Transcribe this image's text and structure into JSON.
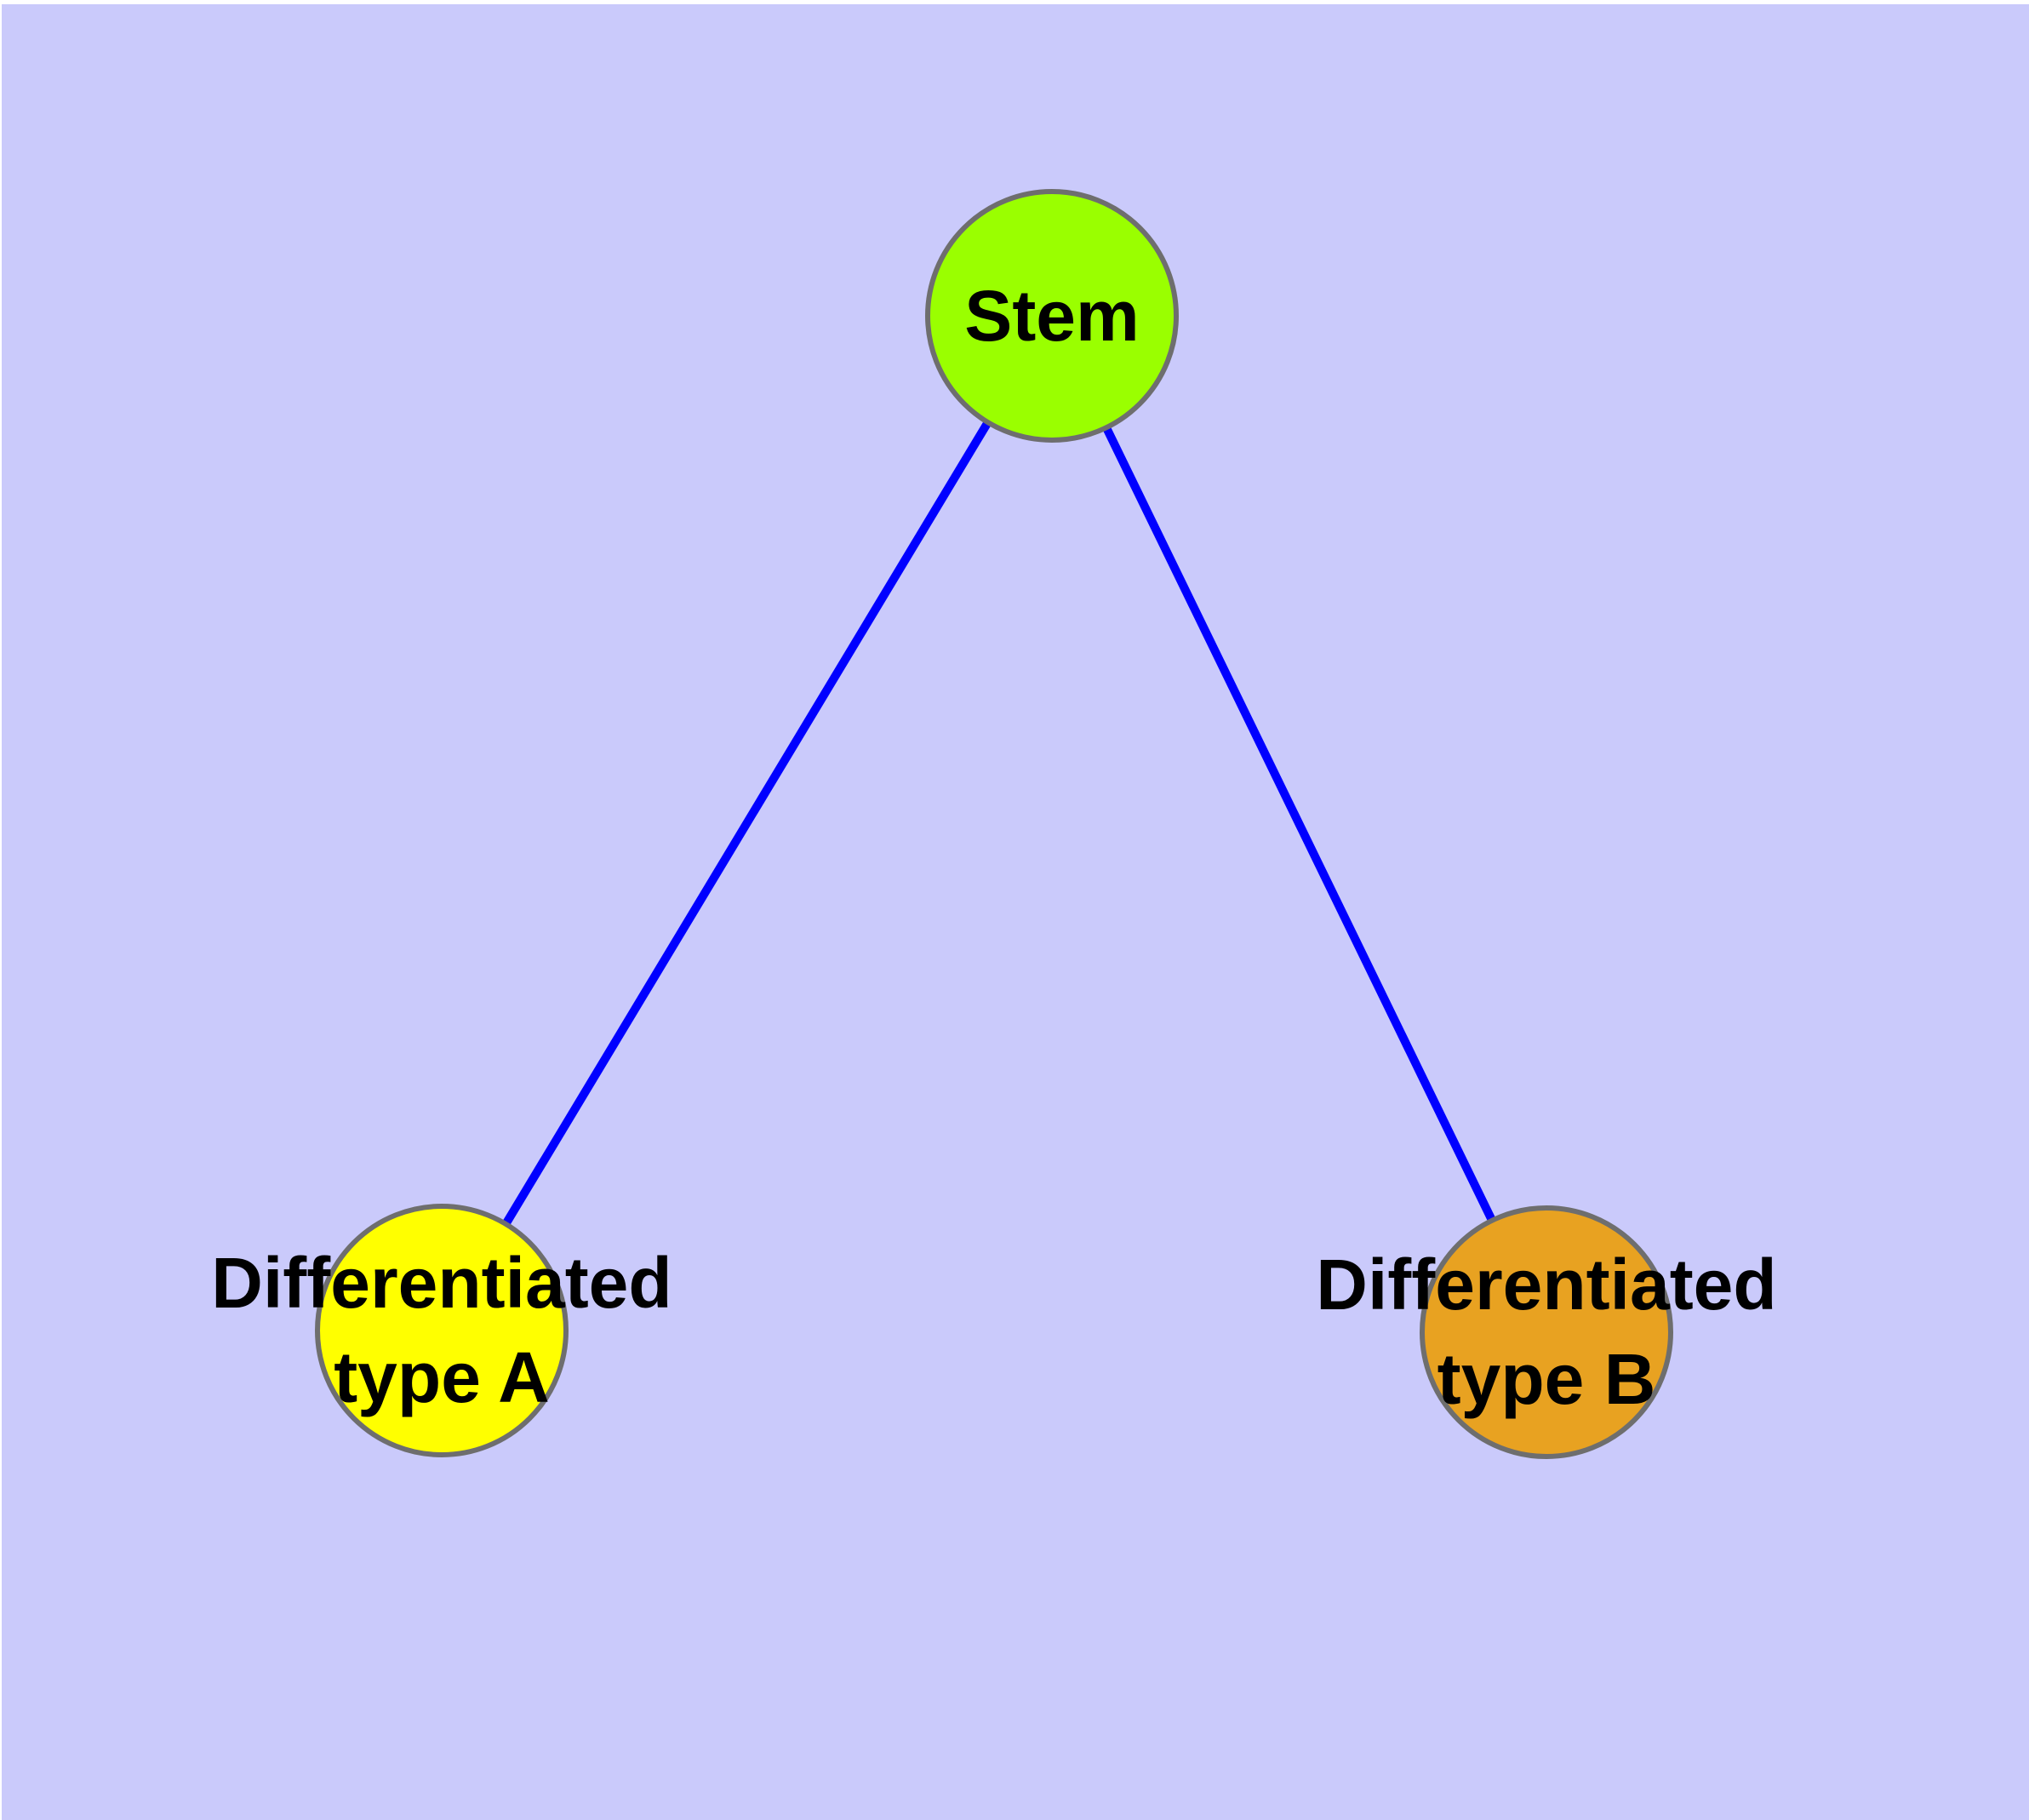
{
  "diagram": {
    "background_color": "#CACAFB",
    "node_border_color": "#6E6E6E",
    "label_text_color": "#000000",
    "nodes": [
      {
        "id": "stem",
        "label": "Stem",
        "fill": "#9AFF00"
      },
      {
        "id": "differentiated-type-a",
        "label": "Differentiated\ntype A",
        "fill": "#FFFF00"
      },
      {
        "id": "differentiated-type-b",
        "label": "Differentiated\ntype B",
        "fill": "#E8A221"
      }
    ],
    "edges": [
      {
        "from": "stem",
        "to": "differentiated-type-a",
        "color": "#0000FF"
      },
      {
        "from": "stem",
        "to": "differentiated-type-b",
        "color": "#0000FF"
      }
    ]
  }
}
